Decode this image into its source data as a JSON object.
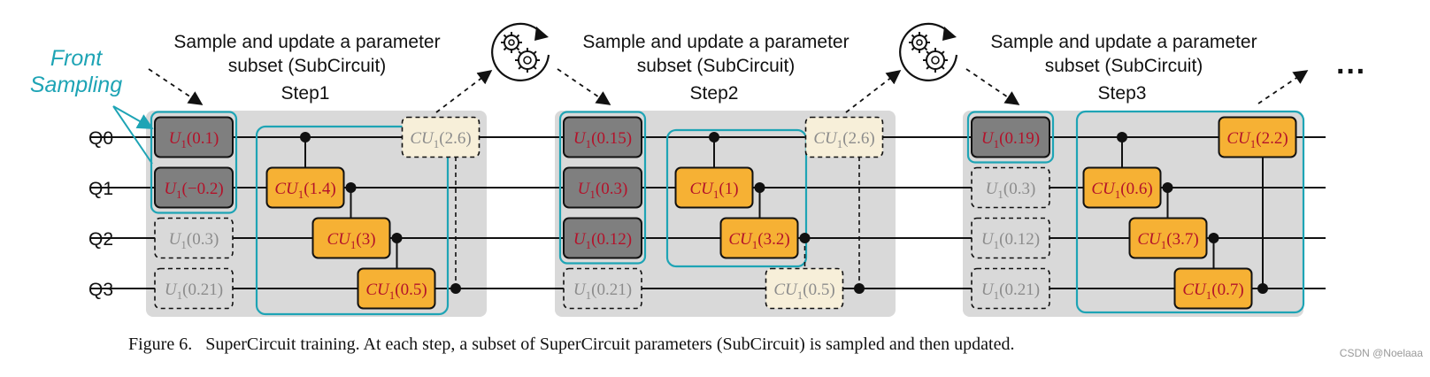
{
  "front_sampling": [
    "Front",
    "Sampling"
  ],
  "qubits": [
    "Q0",
    "Q1",
    "Q2",
    "Q3"
  ],
  "sample_text": [
    "Sample and update a parameter",
    "subset (SubCircuit)"
  ],
  "ellipsis": "···",
  "steps": [
    {
      "title": "Step1",
      "u_gates": [
        "U1(0.1)",
        "U1(−0.2)",
        "U1(0.3)",
        "U1(0.21)"
      ],
      "u_active": [
        true,
        true,
        false,
        false
      ],
      "cu_gates": [
        {
          "label": "CU1(1.4)",
          "control": 0,
          "target": 1,
          "active": true
        },
        {
          "label": "CU1(3)",
          "control": 1,
          "target": 2,
          "active": true
        },
        {
          "label": "CU1(0.5)",
          "control": 2,
          "target": 3,
          "active": true
        },
        {
          "label": "CU1(2.6)",
          "control": 3,
          "target": 0,
          "active": false
        }
      ]
    },
    {
      "title": "Step2",
      "u_gates": [
        "U1(0.15)",
        "U1(0.3)",
        "U1(0.12)",
        "U1(0.21)"
      ],
      "u_active": [
        true,
        true,
        true,
        false
      ],
      "cu_gates": [
        {
          "label": "CU1(1)",
          "control": 0,
          "target": 1,
          "active": true
        },
        {
          "label": "CU1(3.2)",
          "control": 1,
          "target": 2,
          "active": true
        },
        {
          "label": "CU1(0.5)",
          "control": 2,
          "target": 3,
          "active": false
        },
        {
          "label": "CU1(2.6)",
          "control": 3,
          "target": 0,
          "active": false
        }
      ]
    },
    {
      "title": "Step3",
      "u_gates": [
        "U1(0.19)",
        "U1(0.3)",
        "U1(0.12)",
        "U1(0.21)"
      ],
      "u_active": [
        true,
        false,
        false,
        false
      ],
      "cu_gates": [
        {
          "label": "CU1(0.6)",
          "control": 0,
          "target": 1,
          "active": true
        },
        {
          "label": "CU1(3.7)",
          "control": 1,
          "target": 2,
          "active": true
        },
        {
          "label": "CU1(0.7)",
          "control": 2,
          "target": 3,
          "active": true
        },
        {
          "label": "CU1(2.2)",
          "control": 3,
          "target": 0,
          "active": true
        }
      ]
    }
  ],
  "caption": "Figure 6.   SuperCircuit training. At each step, a subset of SuperCircuit parameters (SubCircuit) is sampled and then updated.",
  "watermark": "CSDN @Noelaaa",
  "colors": {
    "panel": "#d9d9d9",
    "gate_dark": "#7f7f7f",
    "gate_orange": "#f6b134",
    "gate_inactive_cu": "#f7efd9",
    "teal": "#1ea4b5",
    "gate_text": "#b3122a",
    "inactive_text": "#8c8c8c"
  },
  "icons": [
    "gear-cycle-icon",
    "gear-cycle-icon"
  ]
}
